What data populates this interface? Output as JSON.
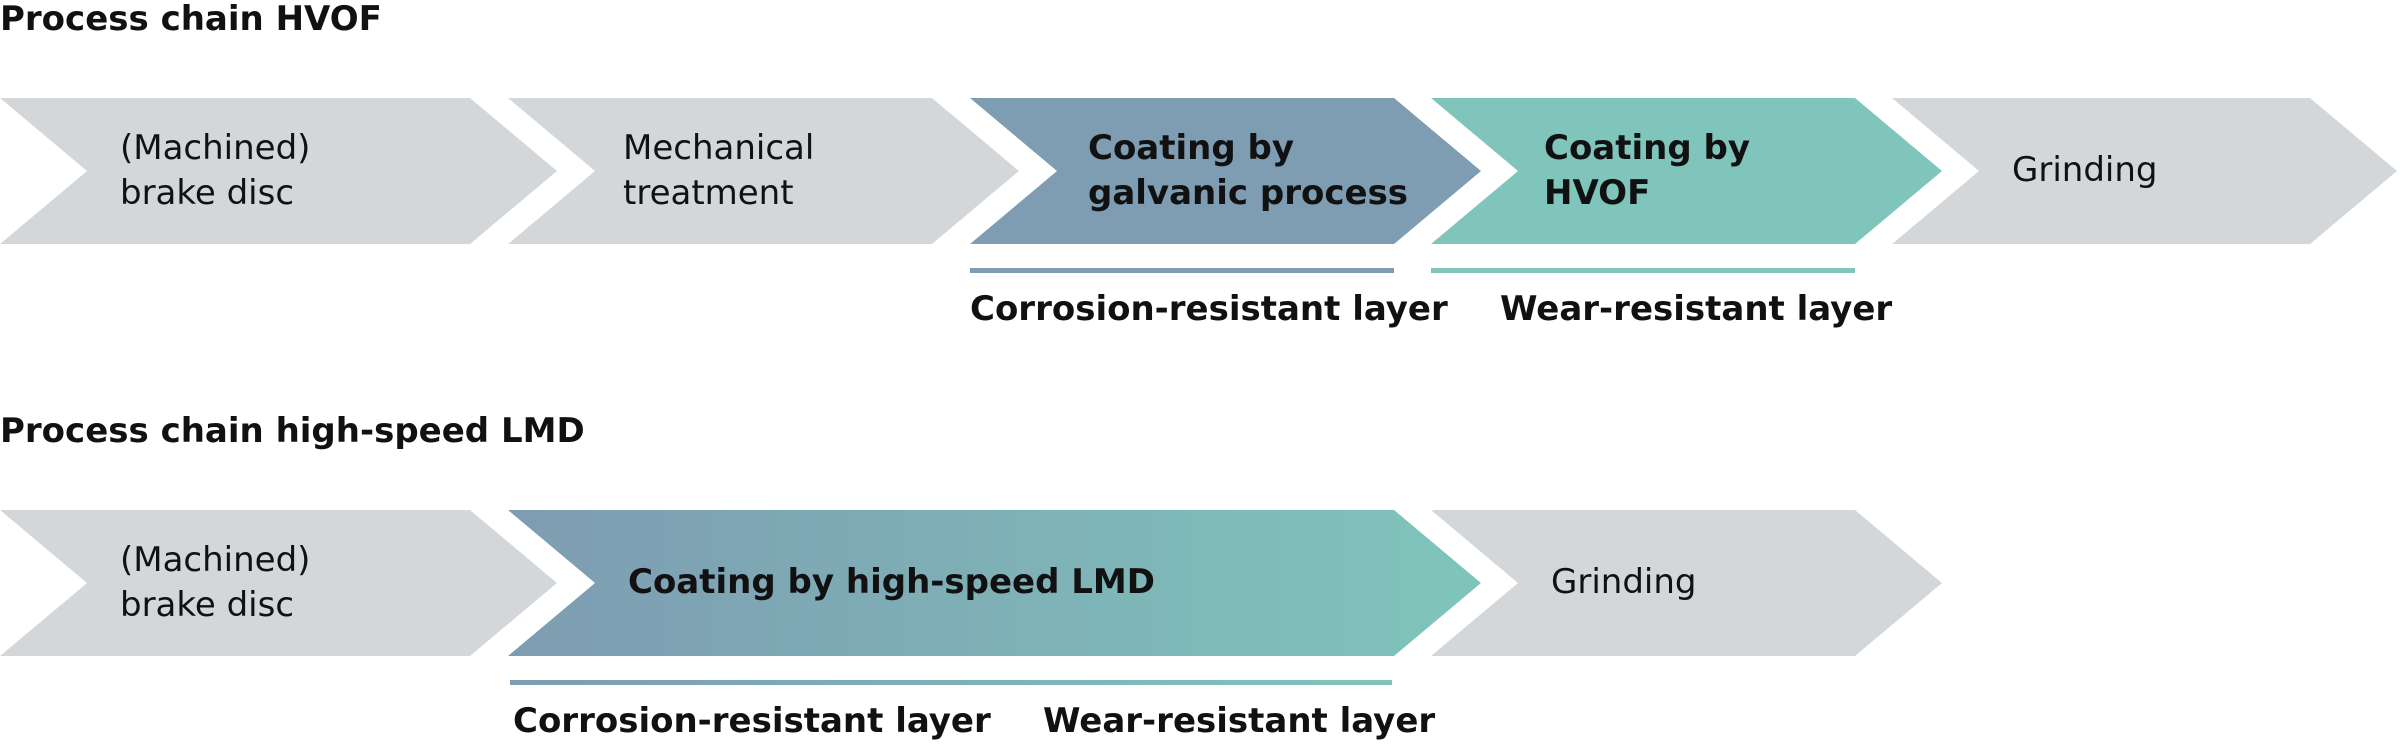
{
  "colors": {
    "grey": "#d4d7da",
    "steel_blue": "#7e9cb2",
    "teal": "#7fc5bb",
    "text": "#111111"
  },
  "hvof": {
    "title": "Process chain HVOF",
    "steps": [
      {
        "label": "(Machined)\nbrake disc"
      },
      {
        "label": "Mechanical\ntreatment"
      },
      {
        "label": "Coating by\ngalvanic process"
      },
      {
        "label": "Coating by\nHVOF"
      },
      {
        "label": "Grinding"
      }
    ],
    "layers": [
      {
        "label": "Corrosion-resistant layer"
      },
      {
        "label": "Wear-resistant layer"
      }
    ]
  },
  "lmd": {
    "title": "Process chain high-speed LMD",
    "steps": [
      {
        "label": "(Machined)\nbrake disc"
      },
      {
        "label": "Coating by high-speed LMD"
      },
      {
        "label": "Grinding"
      }
    ],
    "layers": [
      {
        "label": "Corrosion-resistant layer"
      },
      {
        "label": "Wear-resistant layer"
      }
    ]
  }
}
